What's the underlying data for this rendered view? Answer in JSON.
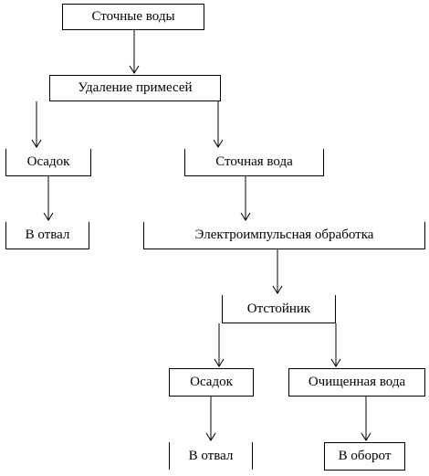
{
  "nodes": {
    "wastewater": "Сточные воды",
    "impurity_removal": "Удаление примесей",
    "sediment_1": "Осадок",
    "wastewater_2": "Сточная вода",
    "to_dump_1": "В отвал",
    "electropulse": "Электроимпульсная обработка",
    "settler": "Отстойник",
    "sediment_2": "Осадок",
    "purified_water": "Очищенная вода",
    "to_dump_2": "В отвал",
    "to_circulation": "В оборот"
  }
}
